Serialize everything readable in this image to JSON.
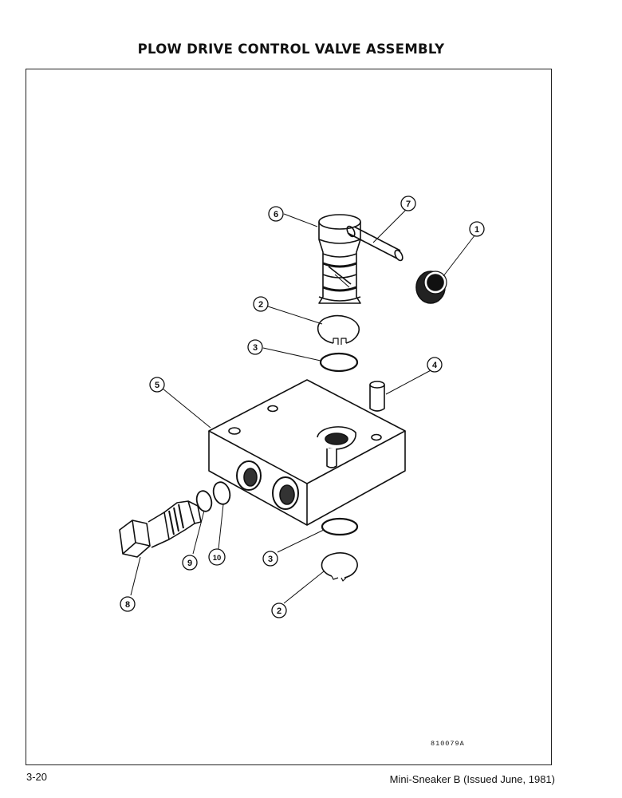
{
  "title": "PLOW DRIVE CONTROL VALVE ASSEMBLY",
  "figure_code": "810079A",
  "page_number": "3-20",
  "footer": "Mini-Sneaker B (Issued June, 1981)",
  "callouts": [
    {
      "id": "c1",
      "label": "1"
    },
    {
      "id": "c2a",
      "label": "2"
    },
    {
      "id": "c2b",
      "label": "2"
    },
    {
      "id": "c3a",
      "label": "3"
    },
    {
      "id": "c3b",
      "label": "3"
    },
    {
      "id": "c4",
      "label": "4"
    },
    {
      "id": "c5",
      "label": "5"
    },
    {
      "id": "c6",
      "label": "6"
    },
    {
      "id": "c7",
      "label": "7"
    },
    {
      "id": "c8",
      "label": "8"
    },
    {
      "id": "c9",
      "label": "9"
    },
    {
      "id": "c10",
      "label": "10"
    }
  ]
}
